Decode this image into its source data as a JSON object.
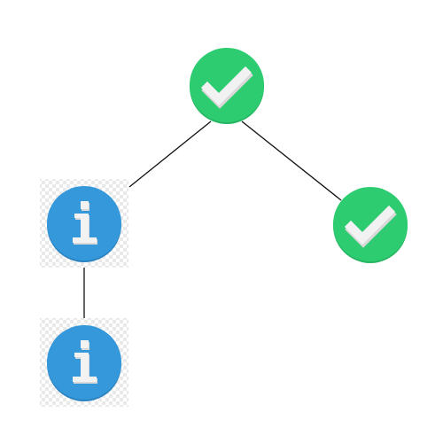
{
  "colors": {
    "success": "#2ecc71",
    "success_shadow": "#27b563",
    "info": "#3498db",
    "info_shadow": "#2a82c0",
    "edge": "#111111",
    "glyph": "#f2f2f2",
    "glyph_shadow": "#d9d9d9"
  },
  "diagram": {
    "nodes": [
      {
        "id": "n1",
        "icon": "check-icon",
        "status": "success"
      },
      {
        "id": "n2",
        "icon": "info-icon",
        "status": "info"
      },
      {
        "id": "n3",
        "icon": "check-icon",
        "status": "success"
      },
      {
        "id": "n4",
        "icon": "info-icon",
        "status": "info"
      }
    ],
    "edges": [
      {
        "from": "n1",
        "to": "n2"
      },
      {
        "from": "n1",
        "to": "n3"
      },
      {
        "from": "n2",
        "to": "n4"
      }
    ]
  }
}
